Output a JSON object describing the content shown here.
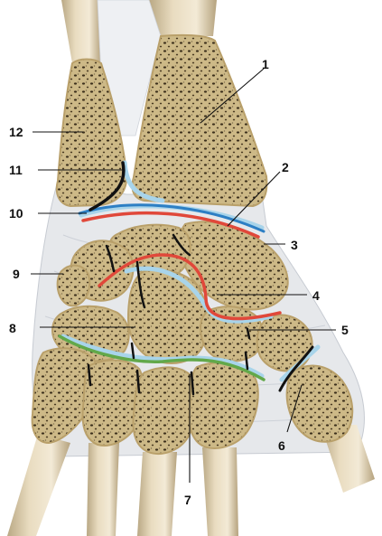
{
  "figure": {
    "labels": [
      "1",
      "2",
      "3",
      "4",
      "5",
      "6",
      "7",
      "8",
      "9",
      "10",
      "11",
      "12"
    ]
  },
  "colors": {
    "background": "#ffffff",
    "bone_outer": "#e3d3a6",
    "bone_inner": "#cbb884",
    "bone_pores": "#3b2f1c",
    "ligament": "#e8e9ec",
    "ligament_stroke": "#c9ccd3",
    "cartilage": "#a8d4ea",
    "joint_red": "#e0483a",
    "joint_green": "#62a84a",
    "joint_blue": "#2d7fc4",
    "joint_black": "#111111"
  },
  "structures": [
    "radius",
    "ulna",
    "scaphoid",
    "lunate",
    "triquetrum",
    "pisiform",
    "trapezium",
    "trapezoid",
    "capitate",
    "hamate",
    "metacarpal-1",
    "metacarpal-2",
    "metacarpal-3",
    "metacarpal-4",
    "metacarpal-5"
  ]
}
